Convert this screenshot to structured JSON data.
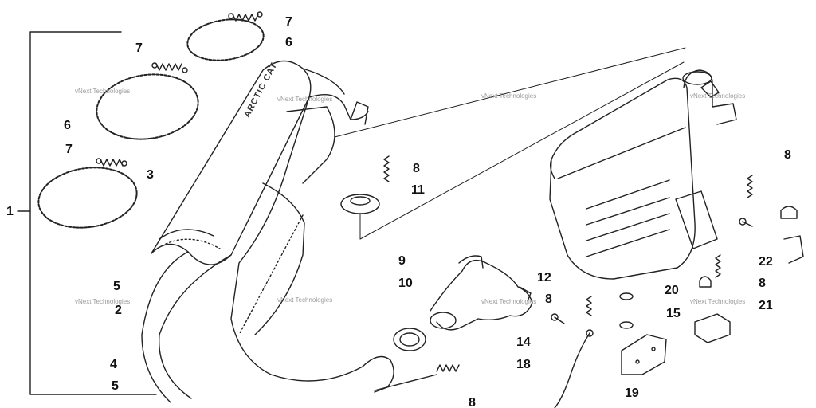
{
  "diagram": {
    "callouts": [
      {
        "id": "c1",
        "text": "1"
      },
      {
        "id": "c2",
        "text": "2"
      },
      {
        "id": "c3",
        "text": "3"
      },
      {
        "id": "c4",
        "text": "4"
      },
      {
        "id": "c5a",
        "text": "5"
      },
      {
        "id": "c5b",
        "text": "5"
      },
      {
        "id": "c6a",
        "text": "6"
      },
      {
        "id": "c6b",
        "text": "6"
      },
      {
        "id": "c7a",
        "text": "7"
      },
      {
        "id": "c7b",
        "text": "7"
      },
      {
        "id": "c7c",
        "text": "7"
      },
      {
        "id": "c8a",
        "text": "8"
      },
      {
        "id": "c8b",
        "text": "8"
      },
      {
        "id": "c8c",
        "text": "8"
      },
      {
        "id": "c8d",
        "text": "8"
      },
      {
        "id": "c8e",
        "text": "8"
      },
      {
        "id": "c9",
        "text": "9"
      },
      {
        "id": "c10",
        "text": "10"
      },
      {
        "id": "c11",
        "text": "11"
      },
      {
        "id": "c12",
        "text": "12"
      },
      {
        "id": "c14",
        "text": "14"
      },
      {
        "id": "c15",
        "text": "15"
      },
      {
        "id": "c18",
        "text": "18"
      },
      {
        "id": "c19",
        "text": "19"
      },
      {
        "id": "c20",
        "text": "20"
      },
      {
        "id": "c21",
        "text": "21"
      },
      {
        "id": "c22",
        "text": "22"
      }
    ],
    "watermark": "vNext Technologies",
    "brand_text": "ARCTIC CAT"
  },
  "colors": {
    "line": "#222222",
    "watermark": "#9a9a9a",
    "background": "#ffffff"
  }
}
